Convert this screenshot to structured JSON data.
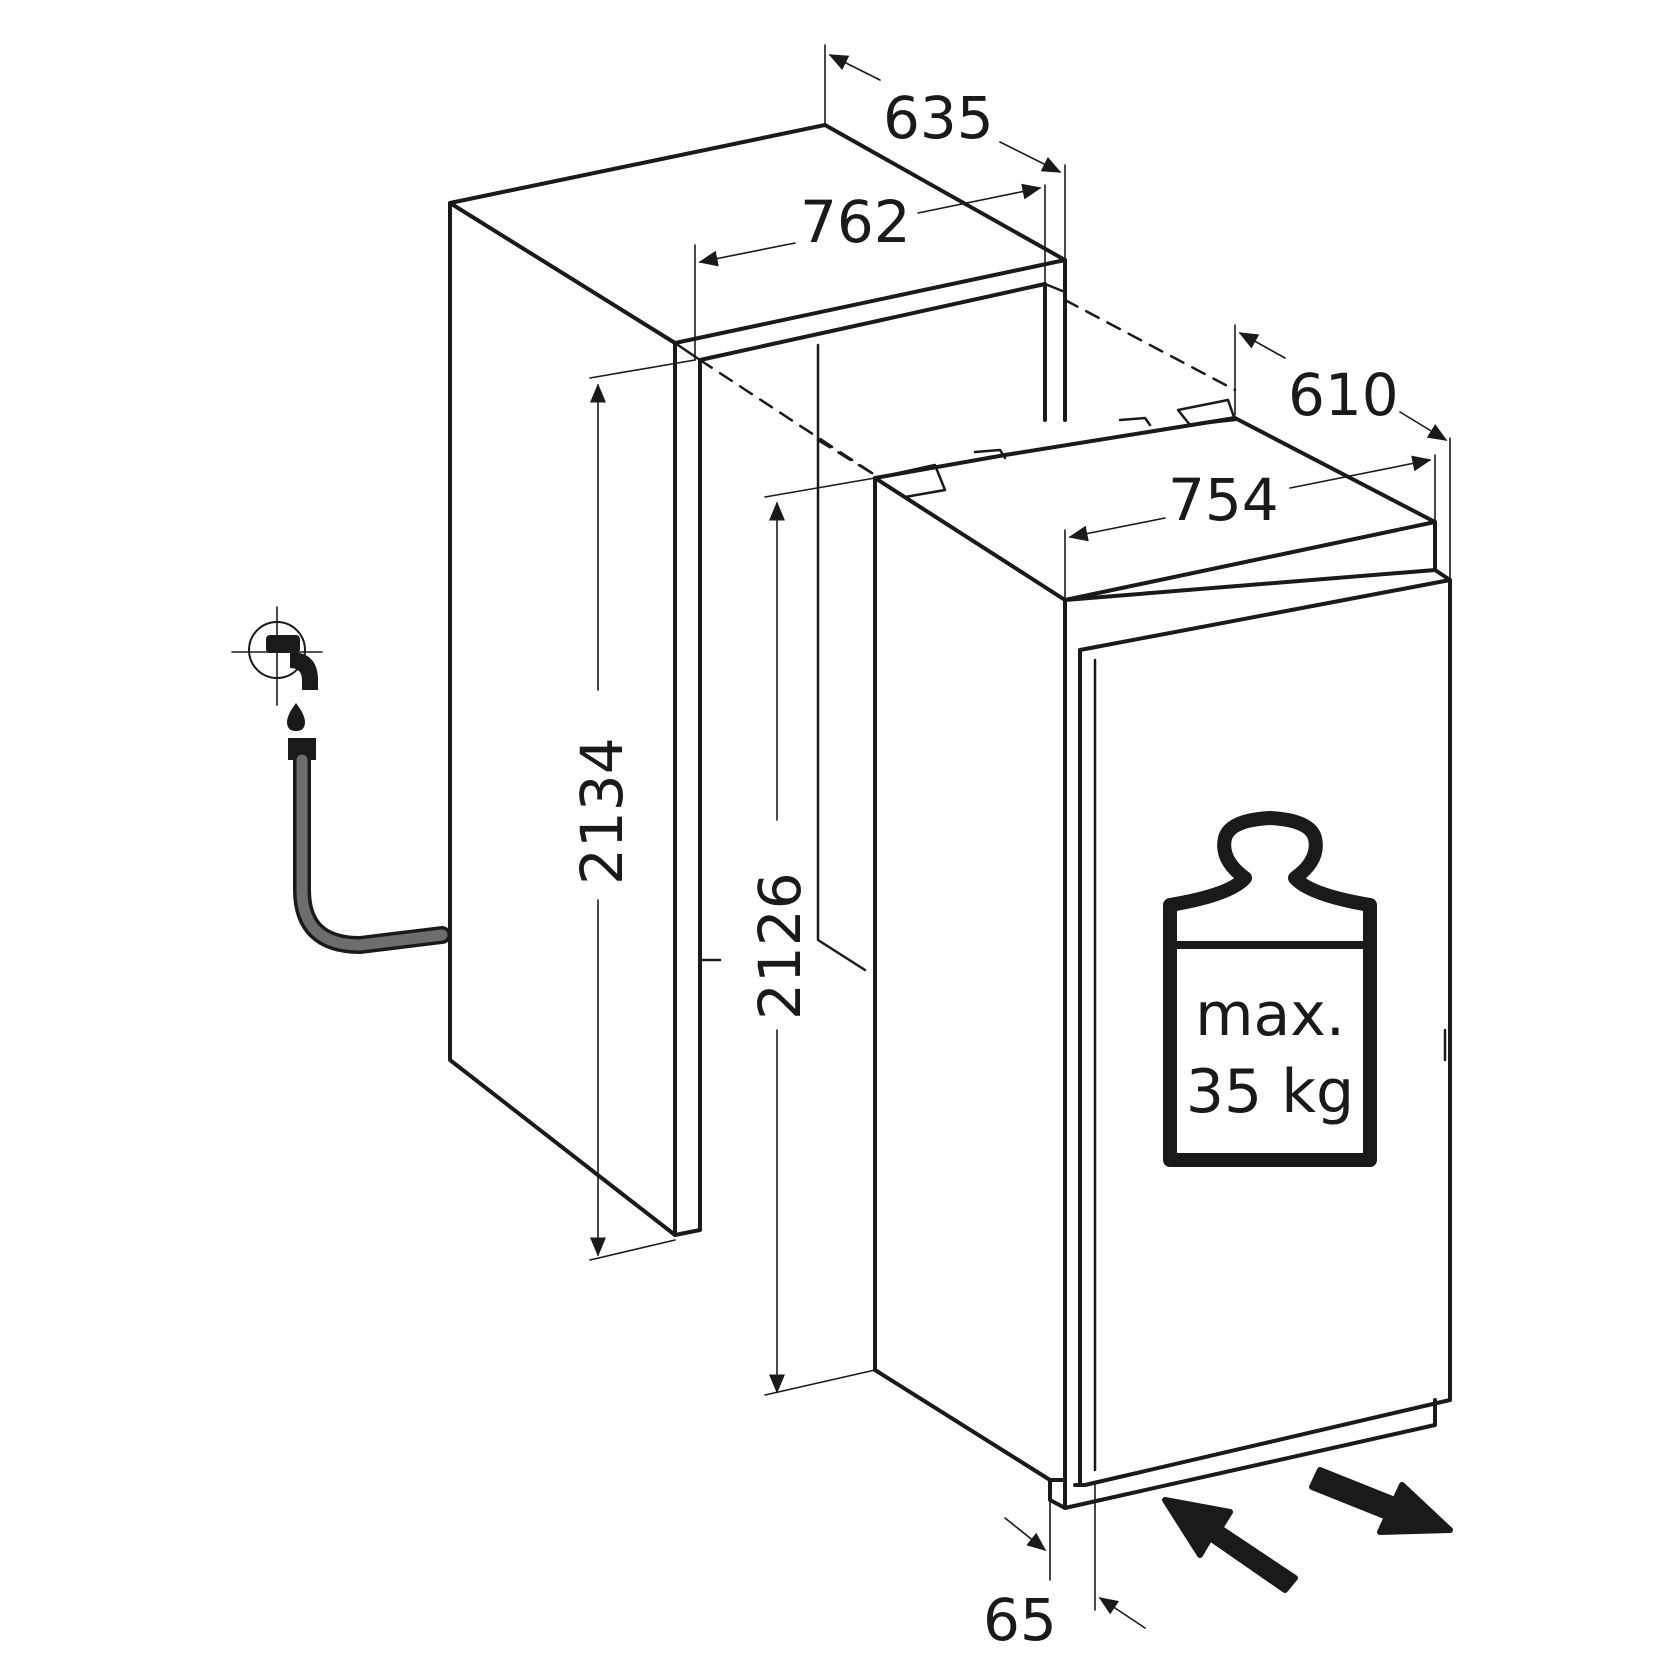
{
  "dimensions": {
    "niche_depth": "635",
    "niche_width": "762",
    "niche_height": "2134",
    "appliance_height": "2126",
    "appliance_depth": "610",
    "appliance_width": "754",
    "door_offset": "65"
  },
  "weight_label": {
    "line1": "max.",
    "line2": "35 kg"
  },
  "icons": [
    "water-tap-icon",
    "water-drop-icon",
    "weight-icon",
    "airflow-in-arrow-icon",
    "airflow-out-arrow-icon"
  ],
  "colors": {
    "line": "#1a1a1a",
    "hose": "#555555",
    "background": "#ffffff"
  }
}
